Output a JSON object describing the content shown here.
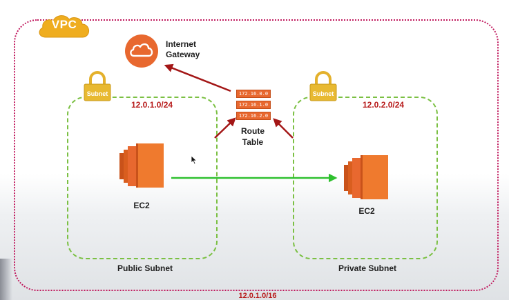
{
  "vpc": {
    "label": "VPC",
    "cidr": "12.0.1.0/16"
  },
  "internet_gateway": {
    "label_line1": "Internet",
    "label_line2": "Gateway",
    "icon": "cloud-icon"
  },
  "route_table": {
    "label_line1": "Route",
    "label_line2": "Table",
    "entries": [
      "172.16.0.0",
      "172.16.1.0",
      "172.16.2.0"
    ]
  },
  "public_subnet": {
    "badge": "Subnet",
    "cidr": "12.0.1.0/24",
    "instance_label": "EC2",
    "name": "Public Subnet"
  },
  "private_subnet": {
    "badge": "Subnet",
    "cidr": "12.0.2.0/24",
    "instance_label": "EC2",
    "name": "Private Subnet"
  },
  "colors": {
    "vpc_border": "#c0185d",
    "subnet_border": "#7bc043",
    "aws_orange": "#e8682f",
    "arrow_red": "#a31616",
    "arrow_green": "#2ec02e",
    "cidr_red": "#b71a1a",
    "lock_gold": "#e8b931"
  }
}
